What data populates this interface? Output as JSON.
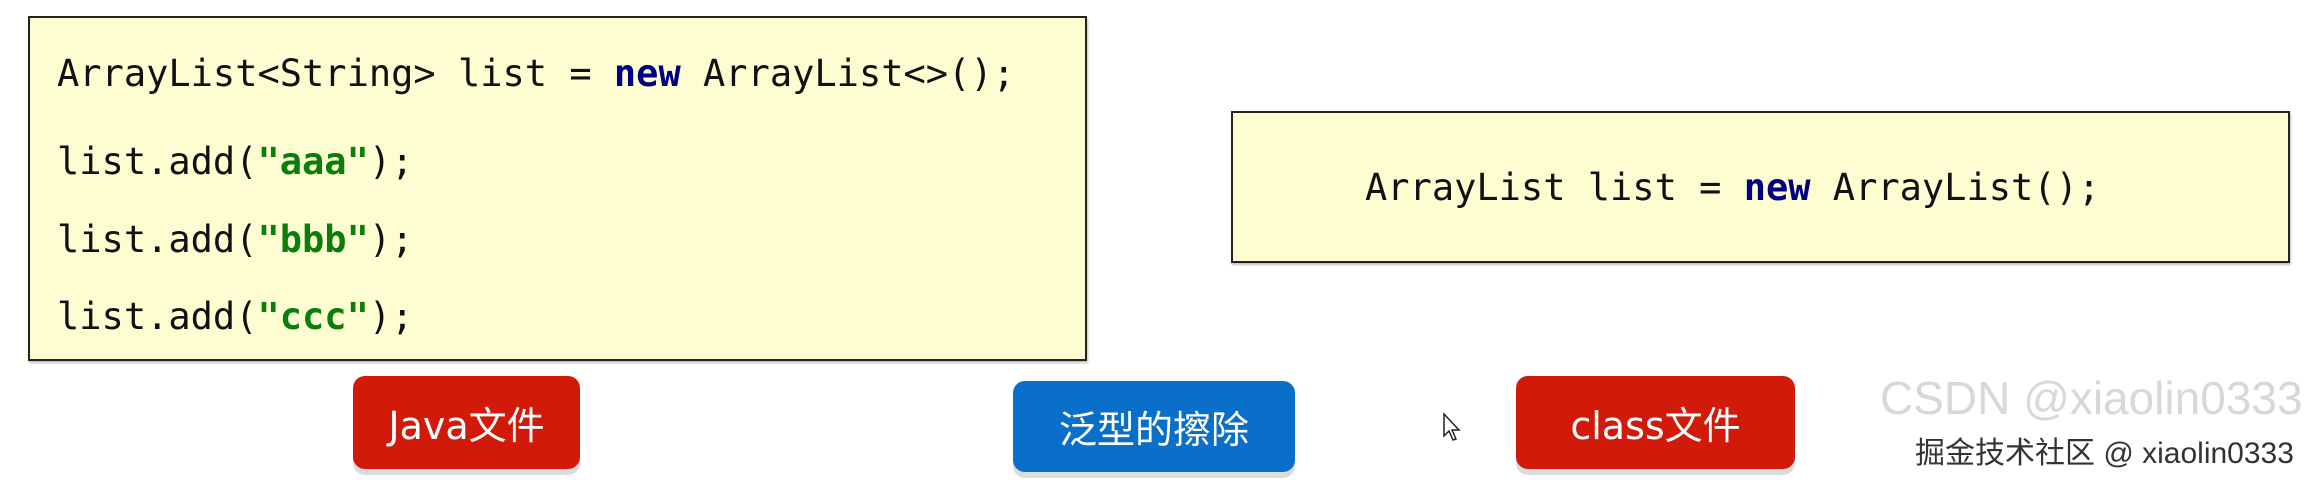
{
  "left_code": {
    "line1": {
      "a": "ArrayList<String> list = ",
      "kw": "new",
      "b": " ArrayList<>();"
    },
    "lines": [
      {
        "a": "list.add(",
        "str": "\"aaa\"",
        "b": ");"
      },
      {
        "a": "list.add(",
        "str": "\"bbb\"",
        "b": ");"
      },
      {
        "a": "list.add(",
        "str": "\"ccc\"",
        "b": ");"
      }
    ]
  },
  "right_code": {
    "a": "ArrayList list = ",
    "kw": "new",
    "b": " ArrayList();"
  },
  "buttons": {
    "java": "Java文件",
    "erasure": "泛型的擦除",
    "class": "class文件"
  },
  "watermark": {
    "csdn": "CSDN @xiaolin0333",
    "juejin": "掘金技术社区 @ xiaolin0333"
  },
  "colors": {
    "code_bg": "#fefdd2",
    "keyword": "#000080",
    "string": "#0a7d0a",
    "red_button": "#d11a0a",
    "blue_button": "#0a6fc9"
  }
}
